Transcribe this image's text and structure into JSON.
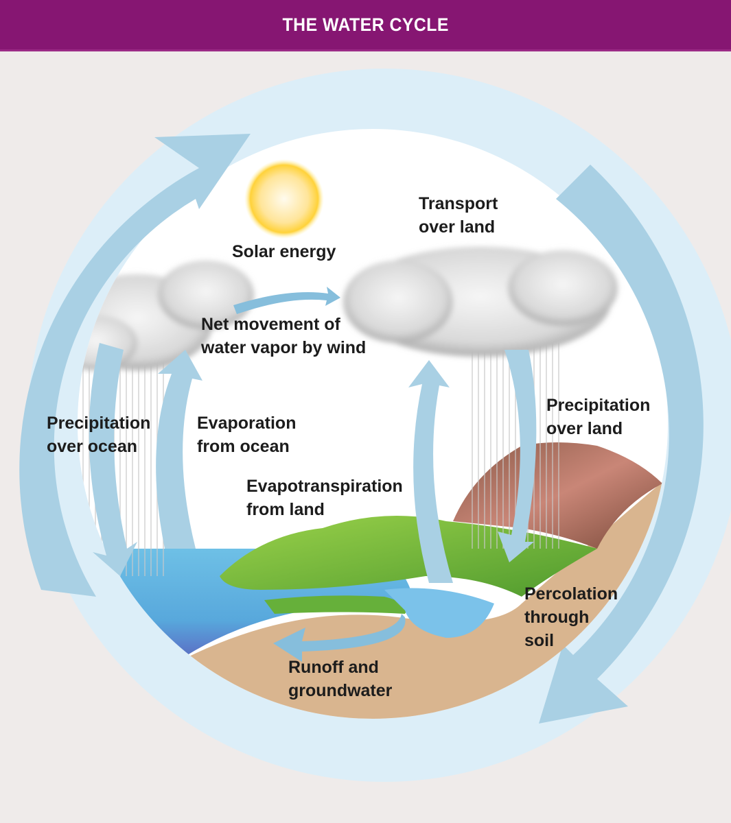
{
  "header": {
    "title": "THE WATER CYCLE",
    "background": "#861672"
  },
  "labels": {
    "solar_energy": "Solar energy",
    "transport_over_land": "Transport\nover land",
    "net_movement": "Net movement of\nwater vapor by wind",
    "precip_ocean": "Precipitation\nover ocean",
    "evap_ocean": "Evaporation\nfrom ocean",
    "evapotranspiration": "Evapotranspiration\nfrom land",
    "precip_land": "Precipitation\nover land",
    "percolation": "Percolation\nthrough\nsoil",
    "runoff": "Runoff and\ngroundwater"
  },
  "colors": {
    "arrow": "#a9d0e4",
    "ring": "#dceef8",
    "ocean": "#5fb3dc",
    "deep_ocean": "#5a62b8",
    "land": "#7cc13a",
    "soil": "#d9b58f",
    "mountain": "#a86a52",
    "sun": "#ffd23a"
  }
}
